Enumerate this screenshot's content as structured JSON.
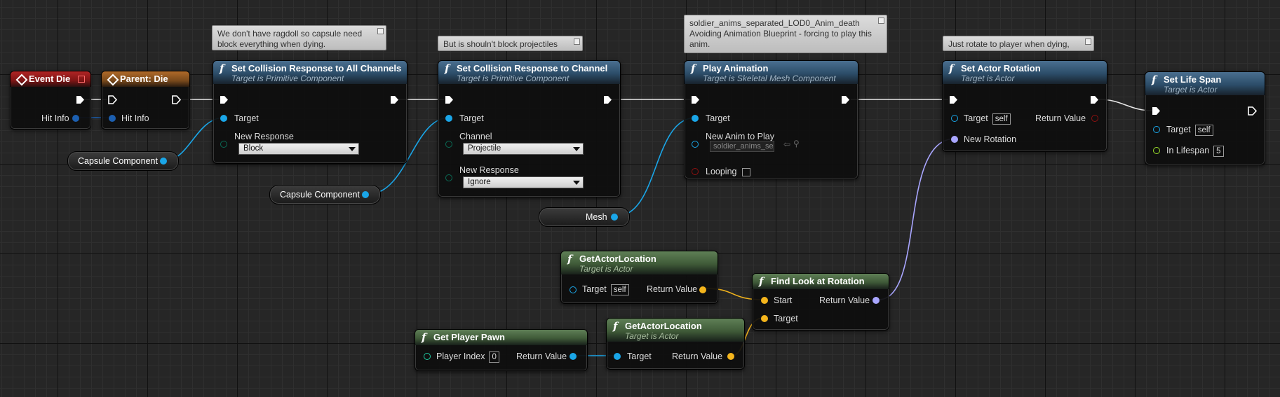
{
  "colors": {
    "exec": "#ffffff",
    "object": "#1aa6e8",
    "struct": "#a9a6ff",
    "vector": "#f4b51c",
    "bool": "#8e1010",
    "float": "#9be02a",
    "event_header": "#b02424",
    "parent_header": "#b06a28",
    "function_header": "#2c4d69",
    "pure_header": "#3f5a38"
  },
  "comments": {
    "c1": "We don't have ragdoll so capsule need block everything when dying.",
    "c2": "But is shouln't block projectiles",
    "c3_line1": "soldier_anims_separated_LOD0_Anim_death",
    "c3_line2": "Avoiding Animation Blueprint - forcing to play this anim.",
    "c4": "Just rotate to player when dying,"
  },
  "event_die": {
    "title": "Event Die",
    "pin": "Hit Info"
  },
  "parent_die": {
    "title": "Parent: Die",
    "pin": "Hit Info"
  },
  "collision_all": {
    "title": "Set Collision Response to All Channels",
    "subtitle": "Target is Primitive Component",
    "target": "Target",
    "new_response_label": "New Response",
    "new_response_value": "Block"
  },
  "collision_channel": {
    "title": "Set Collision Response to Channel",
    "subtitle": "Target is Primitive Component",
    "target": "Target",
    "channel_label": "Channel",
    "channel_value": "Projectile",
    "new_response_label": "New Response",
    "new_response_value": "Ignore"
  },
  "play_animation": {
    "title": "Play Animation",
    "subtitle": "Target is Skeletal Mesh Component",
    "target": "Target",
    "new_anim_label": "New Anim to Play",
    "new_anim_value": "soldier_anims_se",
    "looping": "Looping"
  },
  "set_actor_rotation": {
    "title": "Set Actor Rotation",
    "subtitle": "Target is Actor",
    "target": "Target",
    "target_default": "self",
    "return_value": "Return Value",
    "new_rotation": "New Rotation"
  },
  "set_life_span": {
    "title": "Set Life Span",
    "subtitle": "Target is Actor",
    "target": "Target",
    "target_default": "self",
    "in_lifespan": "In Lifespan",
    "in_lifespan_value": "5"
  },
  "get_actor_location_1": {
    "title": "GetActorLocation",
    "subtitle": "Target is Actor",
    "target": "Target",
    "target_default": "self",
    "return_value": "Return Value"
  },
  "get_actor_location_2": {
    "title": "GetActorLocation",
    "subtitle": "Target is Actor",
    "target": "Target",
    "return_value": "Return Value"
  },
  "find_look_at": {
    "title": "Find Look at Rotation",
    "start": "Start",
    "target": "Target",
    "return_value": "Return Value"
  },
  "get_player_pawn": {
    "title": "Get Player Pawn",
    "player_index": "Player Index",
    "player_index_value": "0",
    "return_value": "Return Value"
  },
  "var_capsule_1": "Capsule Component",
  "var_capsule_2": "Capsule Component",
  "var_mesh": "Mesh",
  "icons": {
    "function": "function-icon",
    "event": "event-diamond-icon",
    "exec": "exec-pin-icon",
    "data_pin": "data-pin-icon",
    "dropdown": "chevron-down-icon"
  }
}
